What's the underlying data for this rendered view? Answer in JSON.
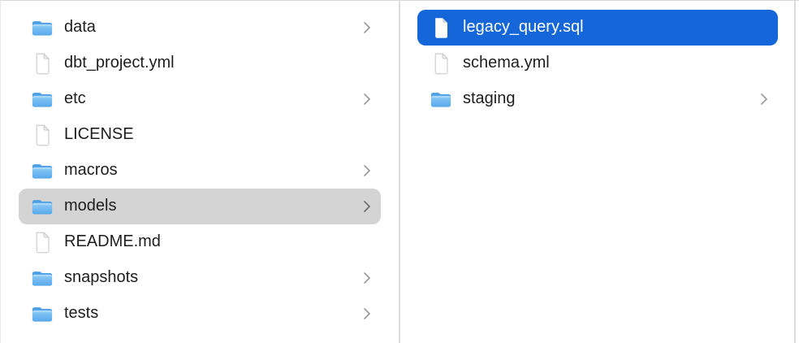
{
  "theme": {
    "background": "#ffffff",
    "selection_primary": "#1566d8",
    "selection_secondary": "#d4d4d4",
    "text_color": "#1e1e1f",
    "text_selected_color": "#ffffff",
    "divider_color": "#dcdcdc",
    "top_border_color": "#d8d8d8",
    "chevron_color": "#9b9b9b",
    "chevron_selected_color": "#6e6e6e",
    "folder_blue_top": "#4e9ee3",
    "folder_blue_light": "#8fcbf7",
    "folder_blue_dark": "#58a8ec",
    "doc_outline": "#c9c9c9"
  },
  "file_browser": {
    "view": "finder-column-view",
    "columns": [
      {
        "name": "left-column",
        "items": [
          {
            "label": "data",
            "icon": "folder-icon",
            "has_chevron": true,
            "selection": "none"
          },
          {
            "label": "dbt_project.yml",
            "icon": "document-icon",
            "has_chevron": false,
            "selection": "none"
          },
          {
            "label": "etc",
            "icon": "folder-icon",
            "has_chevron": true,
            "selection": "none"
          },
          {
            "label": "LICENSE",
            "icon": "document-icon",
            "has_chevron": false,
            "selection": "none"
          },
          {
            "label": "macros",
            "icon": "folder-icon",
            "has_chevron": true,
            "selection": "none"
          },
          {
            "label": "models",
            "icon": "folder-icon",
            "has_chevron": true,
            "selection": "secondary"
          },
          {
            "label": "README.md",
            "icon": "document-icon",
            "has_chevron": false,
            "selection": "none"
          },
          {
            "label": "snapshots",
            "icon": "folder-icon",
            "has_chevron": true,
            "selection": "none"
          },
          {
            "label": "tests",
            "icon": "folder-icon",
            "has_chevron": true,
            "selection": "none"
          }
        ]
      },
      {
        "name": "right-column",
        "items": [
          {
            "label": "legacy_query.sql",
            "icon": "document-icon",
            "has_chevron": false,
            "selection": "primary"
          },
          {
            "label": "schema.yml",
            "icon": "document-icon",
            "has_chevron": false,
            "selection": "none"
          },
          {
            "label": "staging",
            "icon": "folder-icon",
            "has_chevron": true,
            "selection": "none"
          }
        ]
      }
    ]
  }
}
